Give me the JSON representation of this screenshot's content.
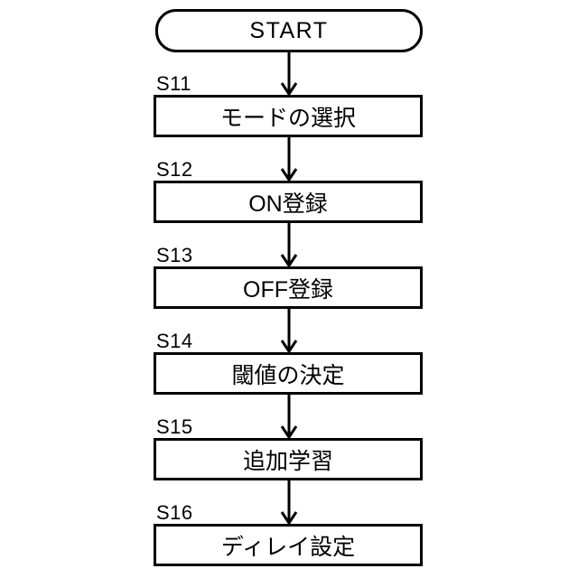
{
  "diagram": {
    "type": "flowchart",
    "start_label": "START",
    "steps": [
      {
        "id": "S11",
        "label": "モードの選択"
      },
      {
        "id": "S12",
        "label": "ON登録"
      },
      {
        "id": "S13",
        "label": "OFF登録"
      },
      {
        "id": "S14",
        "label": "閾値の決定"
      },
      {
        "id": "S15",
        "label": "追加学習"
      },
      {
        "id": "S16",
        "label": "ディレイ設定"
      }
    ],
    "colors": {
      "line": "#000000",
      "background": "#ffffff",
      "node_fill": "#ffffff"
    }
  }
}
